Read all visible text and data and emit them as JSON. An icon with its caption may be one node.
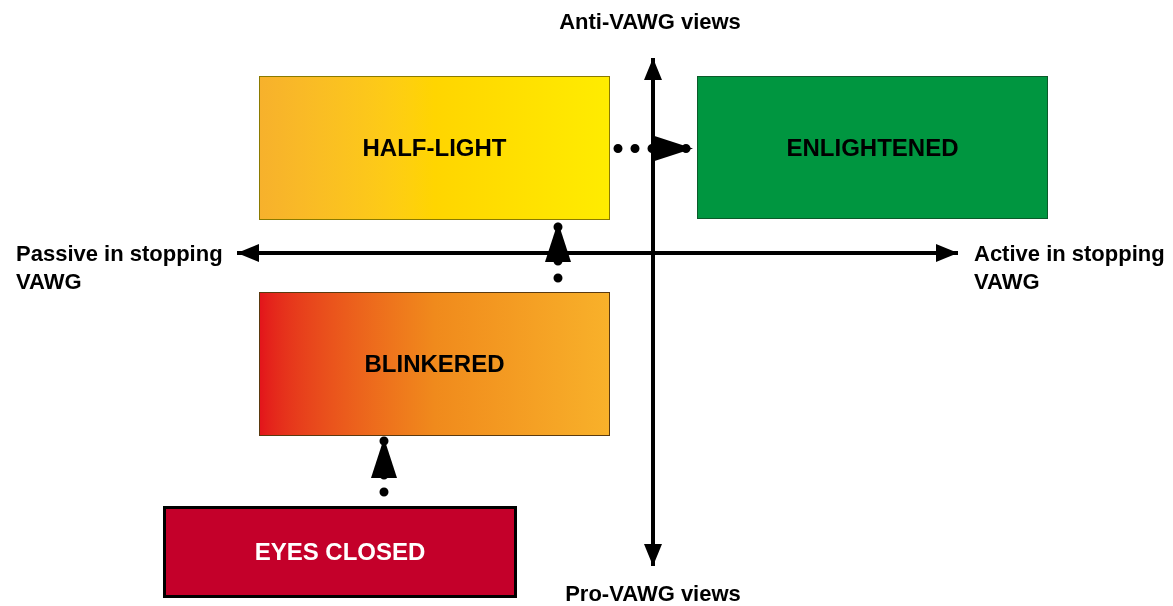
{
  "diagram": {
    "nodes": [
      {
        "text": [
          "HALF-LIGHT"
        ]
      },
      {
        "text": [
          "ENLIGHTENED"
        ]
      },
      {
        "text": [
          "BLINKERED"
        ]
      },
      {
        "text": [
          "EYES CLOSED"
        ]
      }
    ],
    "edges": [
      {
        "from": 0,
        "to": 1,
        "arrow": "to"
      },
      {
        "from": 2,
        "to": 0,
        "arrow": "to"
      },
      {
        "from": 3,
        "to": 2,
        "arrow": "to"
      }
    ],
    "labels": [
      "Anti-VAWG views",
      "Passive in stopping VAWG",
      "Active in stopping VAWG",
      "Pro-VAWG views"
    ]
  }
}
